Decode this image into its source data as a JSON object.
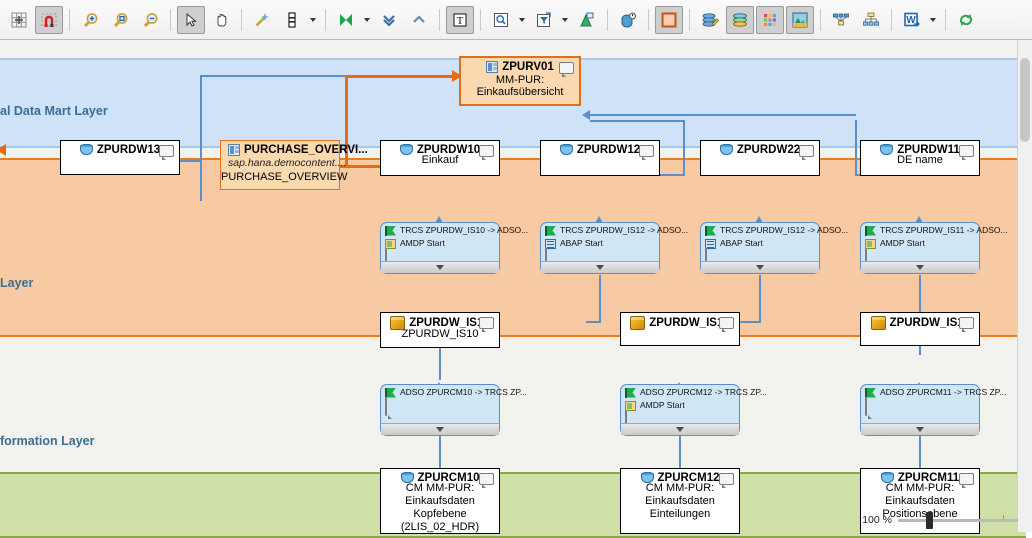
{
  "toolbar": {
    "groups": [
      {
        "items": [
          {
            "name": "grid-toggle-icon",
            "label": "Grid",
            "pressed": false
          },
          {
            "name": "snap-to-grid-icon",
            "label": "Snap to Grid",
            "pressed": true
          }
        ]
      },
      {
        "items": [
          {
            "name": "zoom-in-icon",
            "label": "Zoom In",
            "pressed": false
          },
          {
            "name": "zoom-fit-icon",
            "label": "Zoom to Fit",
            "pressed": false
          },
          {
            "name": "zoom-out-icon",
            "label": "Zoom Out",
            "pressed": false
          }
        ]
      },
      {
        "items": [
          {
            "name": "select-pointer-icon",
            "label": "Select",
            "pressed": true
          },
          {
            "name": "pan-hand-icon",
            "label": "Pan",
            "pressed": false
          }
        ]
      },
      {
        "items": [
          {
            "name": "magic-wand-icon",
            "label": "Auto Arrange",
            "pressed": false
          },
          {
            "name": "column-layout-icon",
            "label": "Layout",
            "pressed": false,
            "hasArrow": true
          }
        ]
      },
      {
        "items": [
          {
            "name": "flow-direction-icon",
            "label": "Display Flow",
            "pressed": false,
            "hasArrow": true
          },
          {
            "name": "expand-down-icon",
            "label": "Expand Downwards",
            "pressed": false
          },
          {
            "name": "collapse-up-icon",
            "label": "Collapse Upwards",
            "pressed": false
          }
        ]
      },
      {
        "items": [
          {
            "name": "text-label-icon",
            "label": "Show Text",
            "pressed": true
          }
        ]
      },
      {
        "items": [
          {
            "name": "search-icon",
            "label": "Find",
            "pressed": false,
            "hasArrow": true
          },
          {
            "name": "filter-icon",
            "label": "Filter",
            "pressed": false,
            "hasArrow": true
          },
          {
            "name": "highlight-icon",
            "label": "Highlight",
            "pressed": false
          }
        ]
      },
      {
        "items": [
          {
            "name": "data-flow-icon",
            "label": "Data Flow",
            "pressed": false
          }
        ]
      },
      {
        "items": [
          {
            "name": "frame-icon",
            "label": "Show Frame",
            "pressed": true
          }
        ]
      },
      {
        "items": [
          {
            "name": "layer-edit-icon",
            "label": "Edit Layers",
            "pressed": false
          },
          {
            "name": "layer-show-icon",
            "label": "Show Layers",
            "pressed": true
          },
          {
            "name": "color-palette-icon",
            "label": "Colors",
            "pressed": true
          },
          {
            "name": "layer-image-icon",
            "label": "Layer Image",
            "pressed": true
          }
        ]
      },
      {
        "items": [
          {
            "name": "network-graph-icon",
            "label": "Network",
            "pressed": false
          },
          {
            "name": "hierarchy-icon",
            "label": "Hierarchy",
            "pressed": false
          }
        ]
      },
      {
        "items": [
          {
            "name": "export-word-icon",
            "label": "Export to Word",
            "pressed": false,
            "hasArrow": true
          }
        ]
      },
      {
        "items": [
          {
            "name": "refresh-icon",
            "label": "Refresh",
            "pressed": false
          }
        ]
      }
    ]
  },
  "layers": [
    {
      "id": "virtual-data-mart",
      "label": "al Data Mart Layer",
      "color": "#cfe2f7"
    },
    {
      "id": "propagation",
      "label": "Layer",
      "color": "#f7caa3"
    },
    {
      "id": "transformation",
      "label": "formation Layer",
      "color": "#cfdfa8"
    }
  ],
  "nodes": {
    "zpurv01": {
      "name": "ZPURV01",
      "line2": "MM-PUR:",
      "line3": "Einkaufsübersicht",
      "icon": "view-icon",
      "selected": true
    },
    "zpurdw13": {
      "name": "ZPURDW13",
      "line2": "",
      "icon": "db-icon"
    },
    "purchase_overview": {
      "name": "PURCHASE_OVERVI...",
      "line2": "sap.hana.democontent....",
      "line3": "PURCHASE_OVERVIEW",
      "icon": "hana-view-icon"
    },
    "zpurdw10": {
      "name": "ZPURDW10",
      "line2": "Einkauf",
      "icon": "db-icon"
    },
    "zpurdw12": {
      "name": "ZPURDW12",
      "line2": "",
      "icon": "db-icon"
    },
    "zpurdw22": {
      "name": "ZPURDW22",
      "line2": "",
      "icon": "db-icon"
    },
    "zpurdw11": {
      "name": "ZPURDW11",
      "line2": "DE name",
      "icon": "db-icon"
    },
    "zpurdw_is10": {
      "name": "ZPURDW_IS10",
      "line2": "ZPURDW_IS10",
      "icon": "cube-icon"
    },
    "zpurdw_is12": {
      "name": "ZPURDW_IS12",
      "line2": "",
      "icon": "cube-icon"
    },
    "zpurdw_is11": {
      "name": "ZPURDW_IS11",
      "line2": "",
      "icon": "cube-icon"
    },
    "zpurcm10": {
      "name": "ZPURCM10",
      "line2": "CM MM-PUR:",
      "line3": "Einkaufsdaten Kopfebene",
      "line4": "(2LIS_02_HDR)",
      "icon": "db-icon"
    },
    "zpurcm12": {
      "name": "ZPURCM12",
      "line2": "CM MM-PUR:",
      "line3": "Einkaufsdaten",
      "line4": "Einteilungen",
      "icon": "db-icon"
    },
    "zpurcm11": {
      "name": "ZPURCM11",
      "line2": "CM MM-PUR:",
      "line3": "Einkaufsdaten",
      "line4": "Positionsebene",
      "icon": "db-icon"
    }
  },
  "transformations": [
    {
      "id": "trcs-is10",
      "title": "TRCS ZPURDW_IS10 -> ADSO...",
      "runtime": "AMDP Start",
      "runtime_icon": "amdp-icon"
    },
    {
      "id": "trcs-is12-a",
      "title": "TRCS ZPURDW_IS12 -> ADSO...",
      "runtime": "ABAP Start",
      "runtime_icon": "abap-icon"
    },
    {
      "id": "trcs-is12-b",
      "title": "TRCS ZPURDW_IS12 -> ADSO...",
      "runtime": "ABAP Start",
      "runtime_icon": "abap-icon"
    },
    {
      "id": "trcs-is11",
      "title": "TRCS ZPURDW_IS11 -> ADSO...",
      "runtime": "AMDP Start",
      "runtime_icon": "amdp-icon"
    },
    {
      "id": "adso-cm10",
      "title": "ADSO ZPURCM10 -> TRCS ZP...",
      "runtime": "",
      "runtime_icon": ""
    },
    {
      "id": "adso-cm12",
      "title": "ADSO ZPURCM12 -> TRCS ZP...",
      "runtime": "AMDP Start",
      "runtime_icon": "amdp-icon"
    },
    {
      "id": "adso-cm11",
      "title": "ADSO ZPURCM11 -> TRCS ZP...",
      "runtime": "",
      "runtime_icon": ""
    }
  ],
  "zoom": {
    "value": "100 %"
  },
  "colors": {
    "virtual_layer": "#cfe2f7",
    "propagation_layer": "#f7caa3",
    "transformation_layer": "#cfdfa8",
    "connector_blue": "#5b8fc9",
    "connector_orange": "#ea6a10",
    "selection_orange": "#e2701b"
  }
}
